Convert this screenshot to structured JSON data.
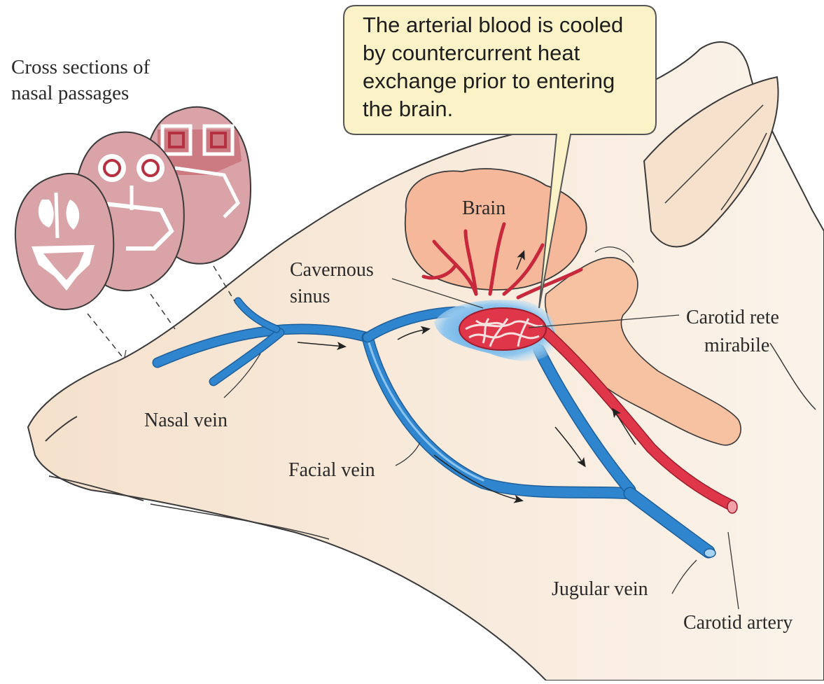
{
  "callout": {
    "lines": [
      "The arterial blood is cooled",
      "by countercurrent heat",
      "exchange prior to entering",
      "the brain."
    ]
  },
  "labels": {
    "cross_sections": [
      "Cross sections of",
      "nasal passages"
    ],
    "brain": "Brain",
    "cavernous_sinus": [
      "Cavernous",
      "sinus"
    ],
    "carotid_rete": [
      "Carotid rete",
      "mirabile"
    ],
    "nasal_vein": "Nasal vein",
    "facial_vein": "Facial vein",
    "jugular_vein": "Jugular vein",
    "carotid_artery": "Carotid artery"
  },
  "colors": {
    "skin": "#f5e1cc",
    "skin_outline": "#3a3a3a",
    "brain": "#f6b89a",
    "brainstem": "#f7c2a2",
    "vein": "#2f86cf",
    "vein_highlight": "#8cc4f0",
    "artery": "#e0364a",
    "sinus_glow": "#8fc6ee",
    "cross_section_fill": "#d9a3a8",
    "cross_section_dark": "#c0394a",
    "callout_fill": "#fbf2c8",
    "callout_stroke": "#555555"
  }
}
